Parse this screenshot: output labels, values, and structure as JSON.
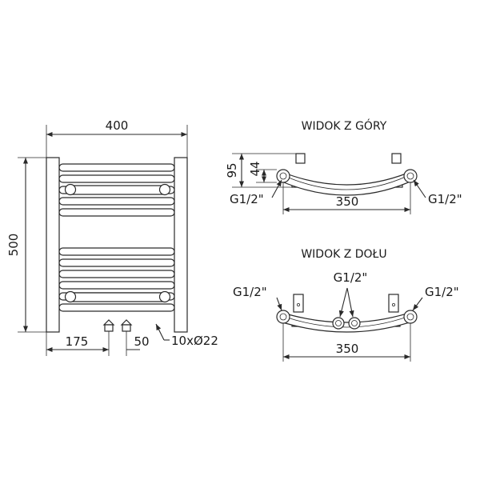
{
  "front_view": {
    "width": "400",
    "height": "500",
    "offset_left": "175",
    "pipe_spacing": "50",
    "tubes_label": "10xØ22"
  },
  "top_view": {
    "title": "WIDOK Z GÓRY",
    "depth_total": "95",
    "depth_tube": "44",
    "thread_left": "G1/2\"",
    "thread_right": "G1/2\"",
    "spacing": "350"
  },
  "bottom_view": {
    "title": "WIDOK Z DOŁU",
    "thread_left": "G1/2\"",
    "thread_center": "G1/2\"",
    "thread_right": "G1/2\"",
    "spacing": "350"
  }
}
